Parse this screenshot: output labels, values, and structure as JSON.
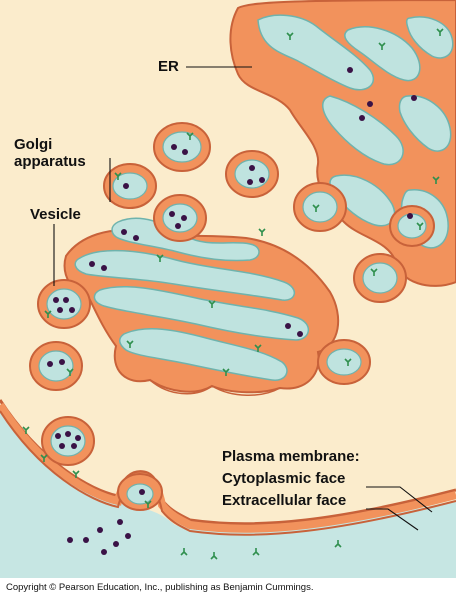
{
  "labels": {
    "er": "ER",
    "golgi": "Golgi\napparatus",
    "vesicle": "Vesicle",
    "plasma_membrane": "Plasma membrane:",
    "cytoplasmic_face": "Cytoplasmic face",
    "extracellular_face": "Extracellular face"
  },
  "copyright": "Copyright © Pearson Education, Inc., publishing as Benjamin Cummings.",
  "colors": {
    "cytoplasm": "#fbeccc",
    "membrane": "#f2925c",
    "membrane_edge": "#c8623a",
    "membrane_light": "#f8c4a0",
    "lumen": "#bfe3df",
    "lumen_edge": "#6fb3ad",
    "extracellular": "#c6e6e3",
    "cargo": "#3a1246",
    "glycoprotein": "#2f8f4e"
  }
}
